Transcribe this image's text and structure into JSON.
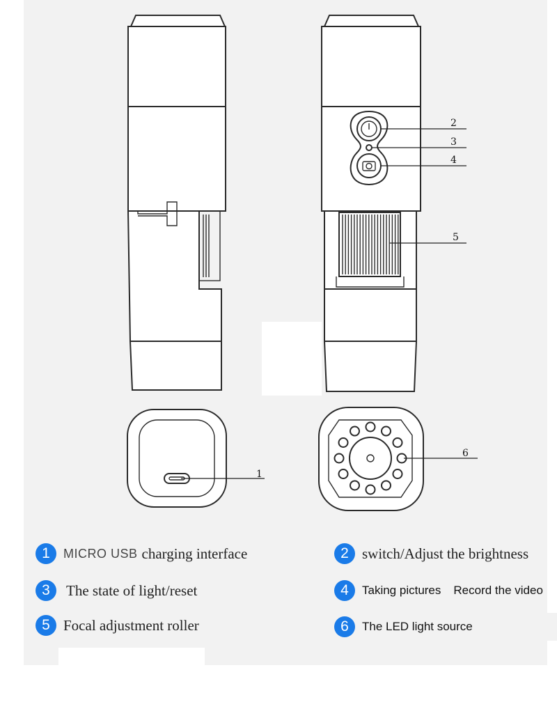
{
  "callouts": {
    "c1": "1",
    "c2": "2",
    "c3": "3",
    "c4": "4",
    "c5": "5",
    "c6": "6"
  },
  "legend": [
    {
      "number": "1",
      "prefix": "MICRO USB",
      "text": "charging interface"
    },
    {
      "number": "2",
      "text": "switch/Adjust the brightness"
    },
    {
      "number": "3",
      "text": "The state of light/reset"
    },
    {
      "number": "4",
      "text": "Taking pictures",
      "text2": "Record the video"
    },
    {
      "number": "5",
      "text": "Focal adjustment roller"
    },
    {
      "number": "6",
      "text": "The LED light source"
    }
  ],
  "colors": {
    "badge": "#1a7be8",
    "panel": "#f2f2f2",
    "outline": "#2a2a2a"
  },
  "icons": [
    "power-icon",
    "camera-icon",
    "usb-port-icon",
    "led-ring-icon"
  ]
}
